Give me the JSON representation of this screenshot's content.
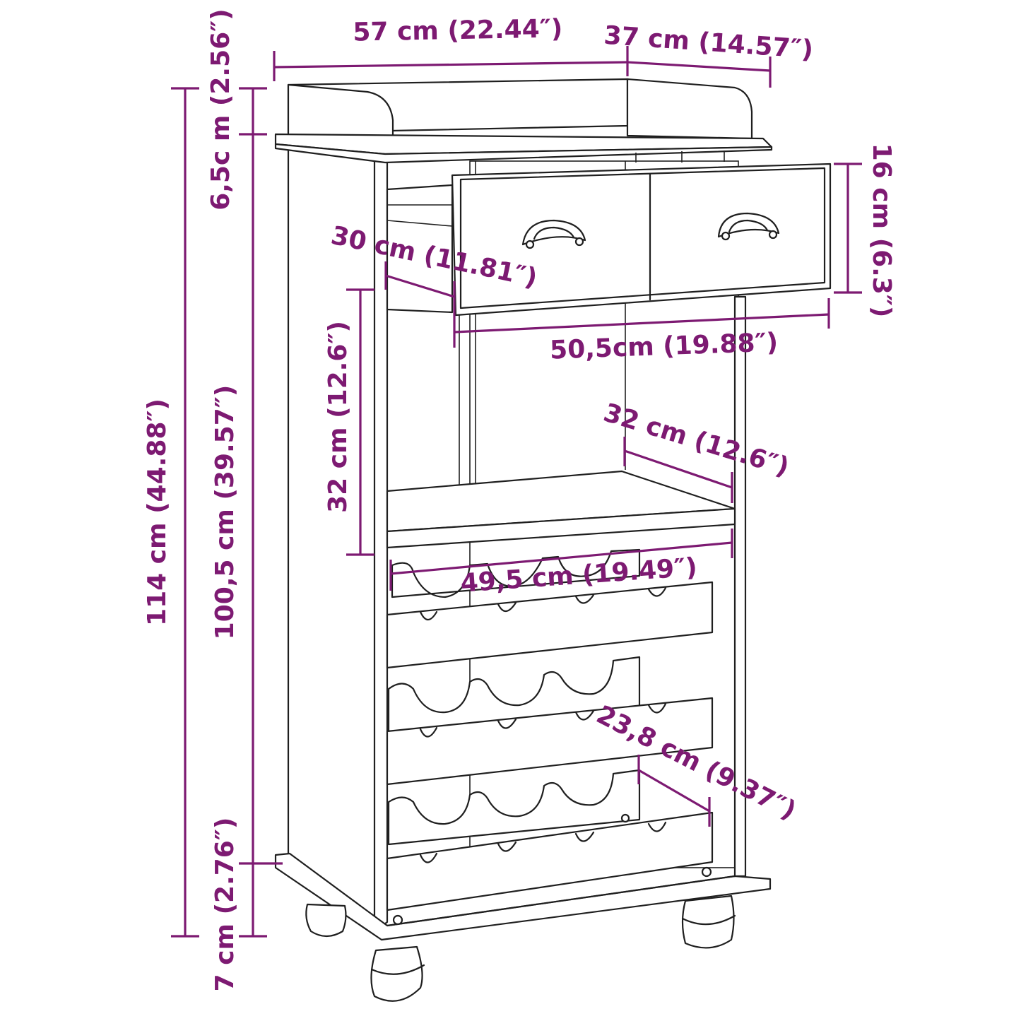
{
  "colors": {
    "dimension": "#7d1a72",
    "outline": "#1f1f1f",
    "background": "#ffffff"
  },
  "dimensions": {
    "width": "57 cm (22.44″)",
    "depth": "37 cm (14.57″)",
    "gallery_height": "6,5c m (2.56″)",
    "total_height": "114 cm (44.88″)",
    "body_height": "100,5 cm (39.57″)",
    "base_height": "7 cm (2.76″)",
    "drawer_height": "16 cm (6.3″)",
    "drawer_depth": "30 cm (11.81″)",
    "drawer_width": "50,5cm (19.88″)",
    "open_shelf_height": "32 cm (12.6″)",
    "shelf_depth": "32 cm (12.6″)",
    "shelf_width": "49,5 cm (19.49″)",
    "rack_depth": "23,8 cm (9.37″)"
  }
}
